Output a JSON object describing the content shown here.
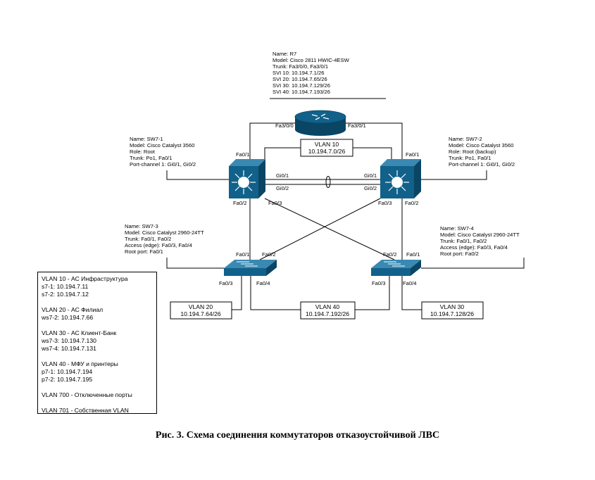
{
  "router": {
    "name": "Name: R7",
    "model": "Model: Cisco 2811 HWIC-4ESW",
    "trunk": "Trunk: Fa3/0/0, Fa3/0/1",
    "svi10": "SVI 10: 10.194.7.1/26",
    "svi20": "SVI 20: 10.194.7.65/26",
    "svi30": "SVI 30: 10.194.7.129/26",
    "svi40": "SVI 40: 10.194.7.193/26",
    "port_left": "Fa3/0/0",
    "port_right": "Fa3/0/1"
  },
  "sw1": {
    "name": "Name: SW7-1",
    "model": "Model: Cisco Catalyst 3560",
    "role": "Role: Root",
    "trunk": "Trunk: Po1, Fa0/1",
    "pc": "Port-channel 1: Gi0/1, Gi0/2",
    "fa01": "Fa0/1",
    "gi01": "Gi0/1",
    "gi02": "Gi0/2",
    "fa02": "Fa0/2",
    "fa03": "Fa0/3"
  },
  "sw2": {
    "name": "Name: SW7-2",
    "model": "Model: Cisco Catalyst 3560",
    "role": "Role: Root (backup)",
    "trunk": "Trunk: Po1, Fa0/1",
    "pc": "Port-channel 1: Gi0/1, Gi0/2",
    "fa01": "Fa0/1",
    "gi01": "Gi0/1",
    "gi02": "Gi0/2",
    "fa03": "Fa0/3",
    "fa02": "Fa0/2"
  },
  "sw3": {
    "name": "Name: SW7-3",
    "model": "Model: Cisco Catalyst 2960-24TT",
    "trunk": "Trunk: Fa0/1, Fa0/2",
    "access": "Access (edge): Fa0/3, Fa0/4",
    "root": "Root port: Fa0/1",
    "fa01": "Fa0/1",
    "fa02": "Fa0/2",
    "fa03": "Fa0/3",
    "fa04": "Fa0/4"
  },
  "sw4": {
    "name": "Name: SW7-4",
    "model": "Model: Cisco Catalyst 2960-24TT",
    "trunk": "Trunk: Fa0/1, Fa0/2",
    "access": "Access (edge): Fa0/3, Fa0/4",
    "root": "Root port: Fa0/2",
    "fa02": "Fa0/2",
    "fa01": "Fa0/1",
    "fa03": "Fa0/3",
    "fa04": "Fa0/4"
  },
  "vlan_boxes": {
    "v10_title": "VLAN 10",
    "v10_net": "10.194.7.0/26",
    "v20_title": "VLAN 20",
    "v20_net": "10.194.7.64/26",
    "v40_title": "VLAN 40",
    "v40_net": "10.194.7.192/26",
    "v30_title": "VLAN 30",
    "v30_net": "10.194.7.128/26"
  },
  "legend": [
    "VLAN 10 - АС Инфраструктура",
    "s7-1: 10.194.7.11",
    "s7-2: 10.194.7.12",
    "",
    "VLAN 20 - АС Филиал",
    "ws7-2: 10.194.7.66",
    "",
    "VLAN 30 - АС Клиент-Банк",
    "ws7-3: 10.194.7.130",
    "ws7-4: 10.194.7.131",
    "",
    "VLAN 40 - МФУ и принтеры",
    "p7-1: 10.194.7.194",
    "p7-2: 10.194.7.195",
    "",
    "VLAN 700 - Отключенные порты",
    "",
    "VLAN 701 - Собственная VLAN"
  ],
  "caption": "Рис. 3. Схема соединения коммутаторов отказоустойчивой ЛВС",
  "colors": {
    "device_fill": "#11618a",
    "device_dark": "#0a4564",
    "line": "#000000"
  }
}
